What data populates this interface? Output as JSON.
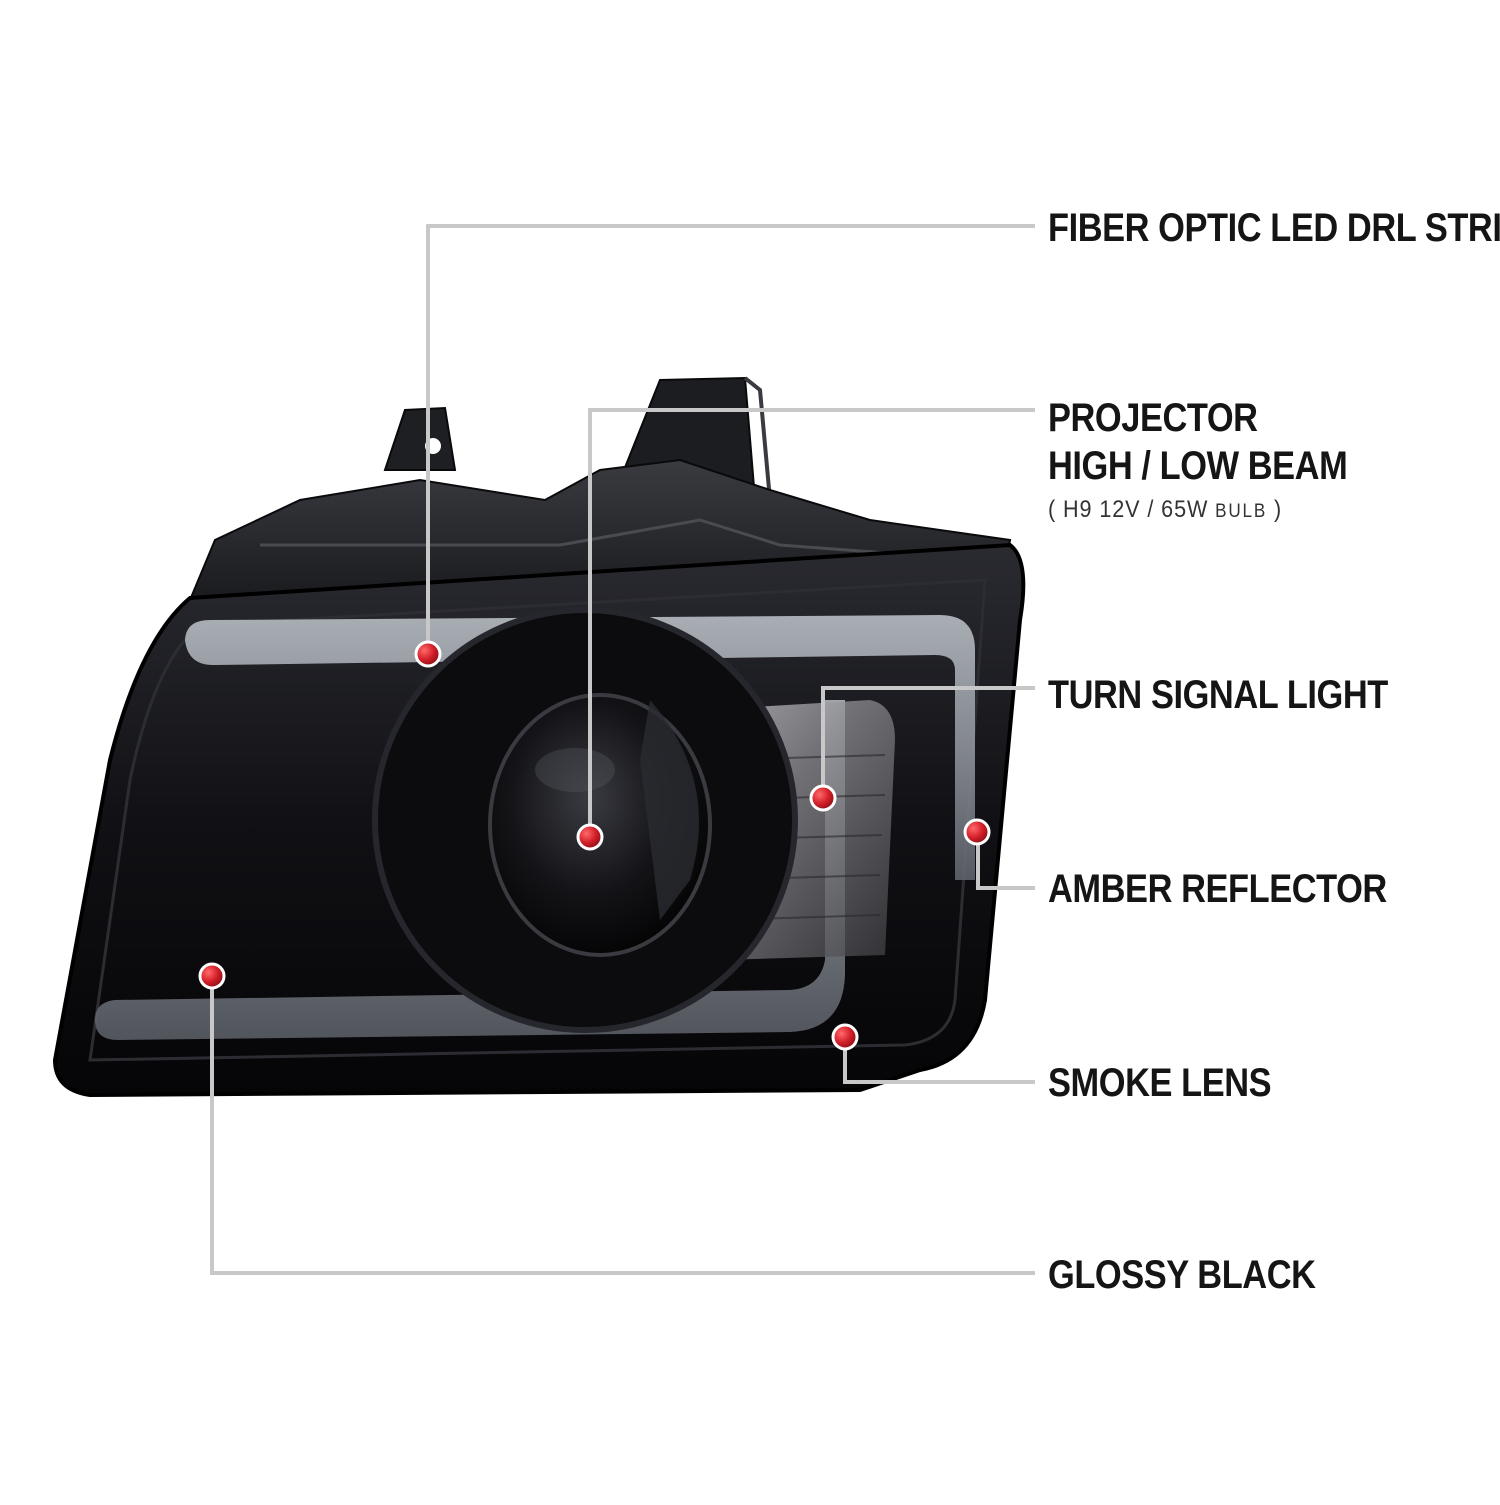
{
  "callouts": [
    {
      "id": "drl",
      "text": "FIBER OPTIC LED DRL STRIP"
    },
    {
      "id": "projector",
      "lines": [
        "PROJECTOR",
        "HIGH / LOW BEAM"
      ],
      "note": {
        "open": "(",
        "main": "H9  12V / 65W",
        "small": "BULB",
        "close": ")"
      }
    },
    {
      "id": "turn",
      "text": "TURN SIGNAL LIGHT"
    },
    {
      "id": "amber",
      "text": "AMBER REFLECTOR"
    },
    {
      "id": "smoke",
      "text": "SMOKE LENS"
    },
    {
      "id": "glossy",
      "text": "GLOSSY BLACK"
    }
  ],
  "colors": {
    "marker": "#d4202a",
    "leader_line": "#c8c8c8",
    "housing": "#0d0d10",
    "drl_strip": "#9aa0a8",
    "label_text": "#151515"
  },
  "image": {
    "subject": "smoked projector headlight"
  }
}
